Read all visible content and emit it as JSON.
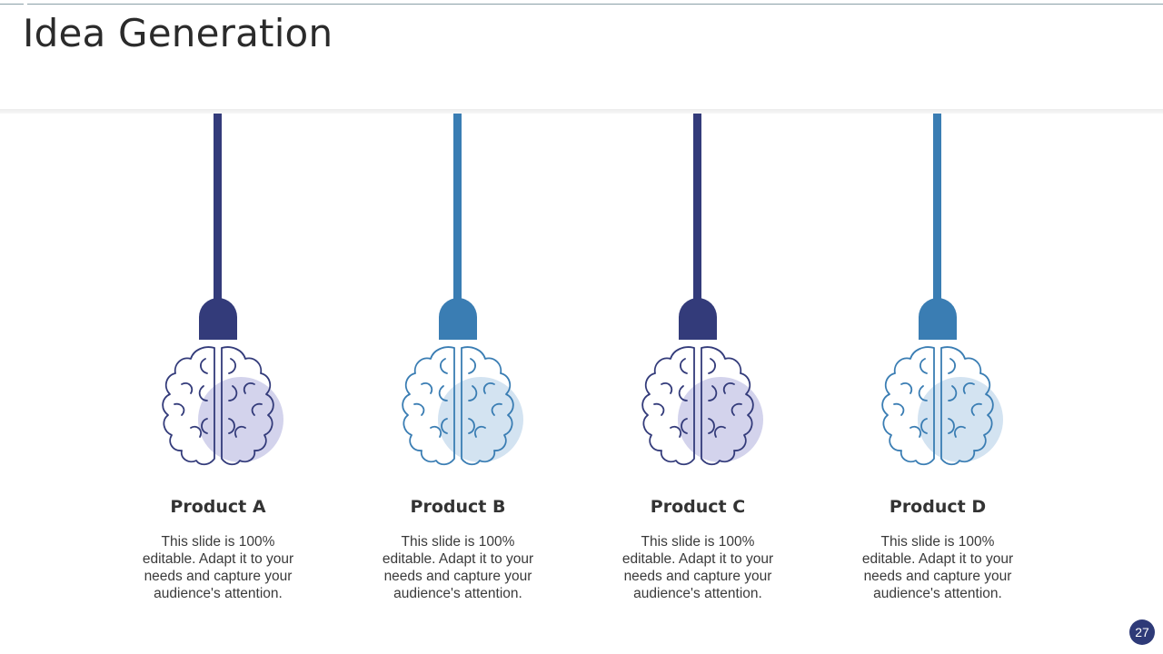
{
  "slide": {
    "title": "Idea Generation",
    "page_number": "27"
  },
  "products": [
    {
      "name": "Product A",
      "description": "This slide is 100% editable. Adapt it to your needs and capture your audience's attention.",
      "cord_color": "#333b7a",
      "fill_color": "#d3d3ec",
      "icon": "brain-icon"
    },
    {
      "name": "Product B",
      "description": "This slide is 100% editable. Adapt it to your needs and capture your audience's attention.",
      "cord_color": "#3a7db3",
      "fill_color": "#d3e3f1",
      "icon": "brain-icon"
    },
    {
      "name": "Product C",
      "description": "This slide is 100% editable. Adapt it to your needs and capture your audience's attention.",
      "cord_color": "#333b7a",
      "fill_color": "#d3d3ec",
      "icon": "brain-icon"
    },
    {
      "name": "Product D",
      "description": "This slide is 100% editable. Adapt it to your needs and capture your audience's attention.",
      "cord_color": "#3a7db3",
      "fill_color": "#d3e3f1",
      "icon": "brain-icon"
    }
  ]
}
